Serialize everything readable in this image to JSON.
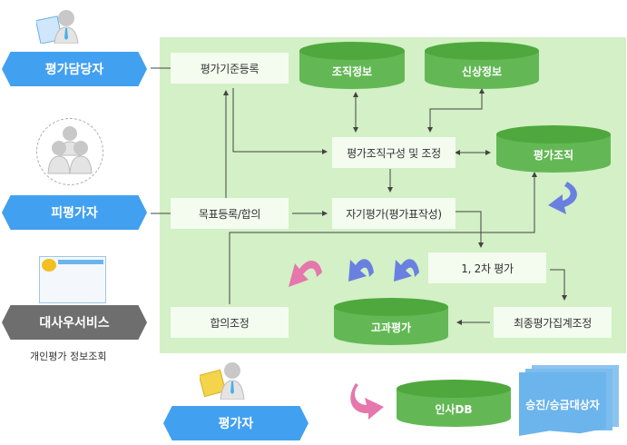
{
  "actors": {
    "manager": {
      "label": "평가담당자",
      "icon": "person-document-icon"
    },
    "evaluatee": {
      "label": "피평가자",
      "icon": "group-people-icon"
    },
    "service": {
      "label": "대사우서비스",
      "caption": "개인평가 정보조회",
      "icon": "screen-thumbnail-icon"
    },
    "evaluator": {
      "label": "평가자",
      "icon": "person-folder-icon"
    }
  },
  "process": {
    "criteria": "평가기준등록",
    "org_setup": "평가조직구성 및 조정",
    "goal": "목표등록/합의",
    "self_eval": "자기평가(평가표작성)",
    "eval_12": "1, 2차 평가",
    "final_adjust": "최종평가집계조정",
    "agreement": "합의조정"
  },
  "databases": {
    "org_info": "조직정보",
    "personal_info": "신상정보",
    "eval_org": "평가조직",
    "performance": "고과평가",
    "hr_db": "인사DB"
  },
  "output_doc": "승진/승급대상자",
  "colors": {
    "panel": "#d3f0c6",
    "box": "#f3fcef",
    "db_body": "#63b855",
    "db_top": "#4ea83d",
    "actor_blue": "#42a0f0",
    "actor_gray": "#6e6e6e",
    "doc_blue": "#6cb4ec",
    "arrow_pink": "#e0609a",
    "arrow_blue": "#5a78e0"
  }
}
